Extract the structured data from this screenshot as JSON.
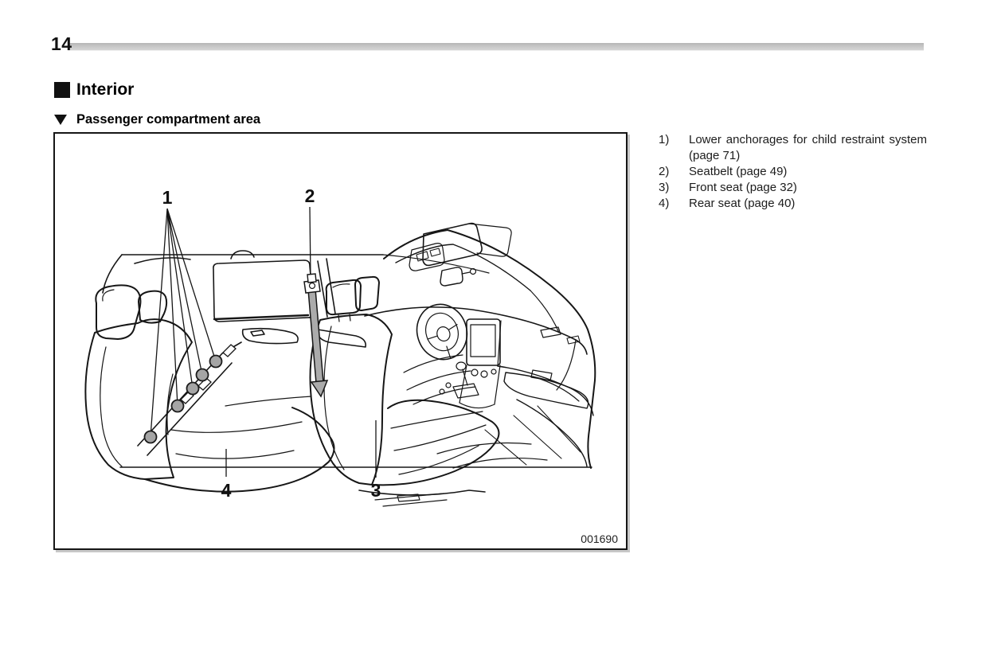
{
  "page": {
    "number": "14"
  },
  "section": {
    "marker_icon": "black-square",
    "title": "Interior"
  },
  "subsection": {
    "marker_icon": "down-triangle",
    "title": "Passenger compartment area"
  },
  "figure": {
    "description": "Line drawing of passenger compartment with numbered callouts",
    "code": "001690",
    "callouts": [
      {
        "n": "1"
      },
      {
        "n": "2"
      },
      {
        "n": "3"
      },
      {
        "n": "4"
      }
    ],
    "colors": {
      "line": "#161616",
      "anchor_point_fill": "#a5a5a5",
      "seatbelt_fill": "#ababab",
      "header_bar": "#c6c6c6",
      "box_shadow": "#c8c8c8"
    }
  },
  "legend": {
    "items": [
      {
        "num": "1)",
        "text": "Lower anchorages for child restraint system (page 71)"
      },
      {
        "num": "2)",
        "text": "Seatbelt (page 49)"
      },
      {
        "num": "3)",
        "text": "Front seat (page 32)"
      },
      {
        "num": "4)",
        "text": "Rear seat (page 40)"
      }
    ]
  }
}
